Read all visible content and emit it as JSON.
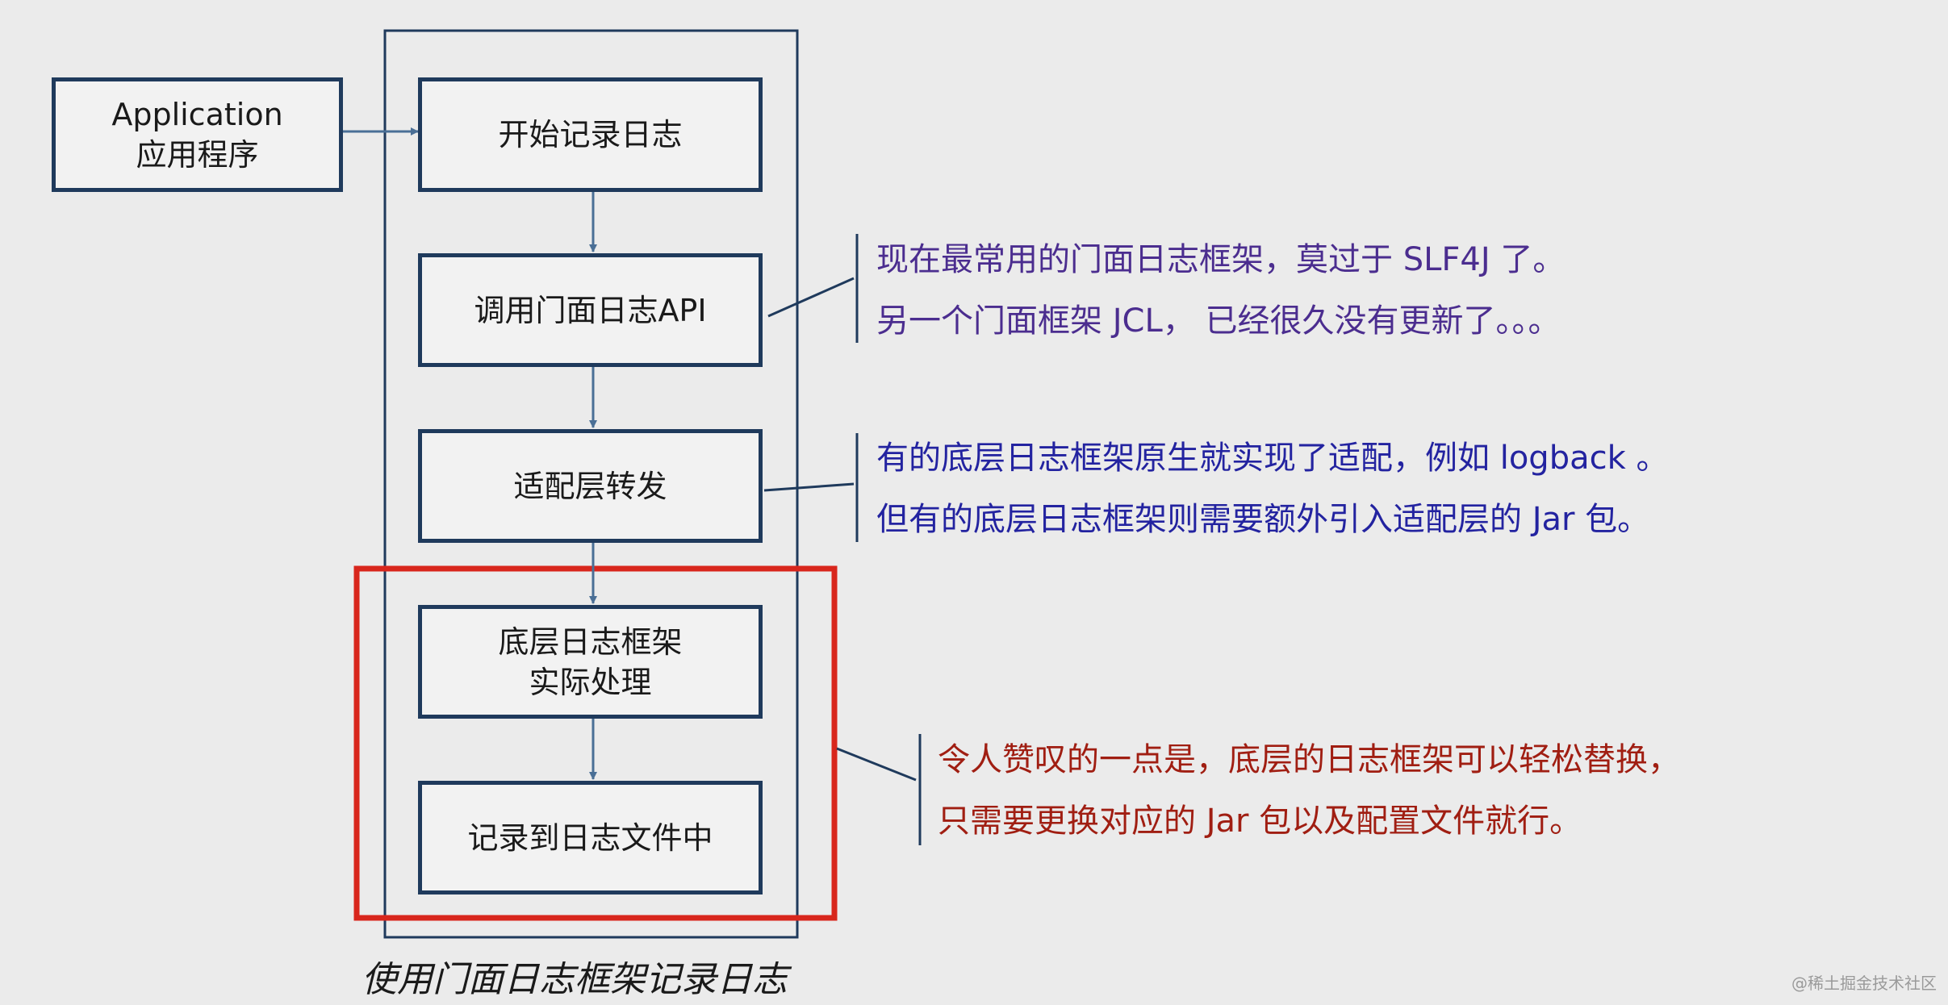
{
  "nodes": {
    "application": {
      "line1": "Application",
      "line2": "应用程序"
    },
    "start_logging": {
      "label": "开始记录日志"
    },
    "facade_api": {
      "label": "调用门面日志API"
    },
    "adapter": {
      "label": "适配层转发"
    },
    "backend": {
      "line1": "底层日志框架",
      "line2": "实际处理"
    },
    "log_file": {
      "label": "记录到日志文件中"
    }
  },
  "notes": {
    "facade": {
      "line1": "现在最常用的门面日志框架，莫过于 SLF4J 了。",
      "line2": "另一个门面框架 JCL， 已经很久没有更新了。。。"
    },
    "adapter": {
      "line1": "有的底层日志框架原生就实现了适配，例如 logback 。",
      "line2": "但有的底层日志框架则需要额外引入适配层的 Jar 包。"
    },
    "backend": {
      "line1": "令人赞叹的一点是，底层的日志框架可以轻松替换，",
      "line2": "只需要更换对应的 Jar 包以及配置文件就行。"
    }
  },
  "caption": "使用门面日志框架记录日志",
  "watermark": "@稀土掘金技术社区",
  "colors": {
    "box_border": "#1f3a5c",
    "arrow": "#4a6f96",
    "highlight_frame": "#d8261c",
    "note_purple": "#4b2d8f",
    "note_blue": "#2323a0",
    "note_red": "#a01e12"
  }
}
